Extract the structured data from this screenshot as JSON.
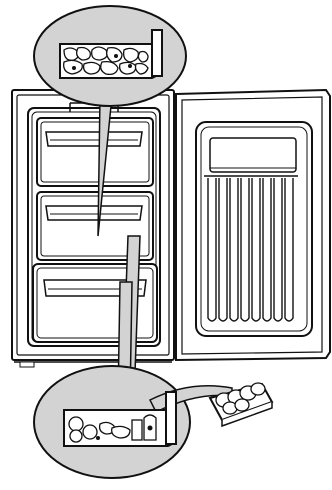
{
  "figure": {
    "subject": "upright freezer",
    "components": {
      "cabinet": "freezer-cabinet",
      "door": "open-door",
      "drawers": [
        "top-drawer",
        "middle-drawer",
        "bottom-drawer"
      ],
      "callouts": [
        "top-drawer-contents-callout",
        "bottom-drawer-contents-callout"
      ],
      "accessory": "ice-cube-tray"
    },
    "colors": {
      "line": "#111111",
      "callout_fill": "#d3d3d3",
      "fill": "#ffffff"
    }
  }
}
